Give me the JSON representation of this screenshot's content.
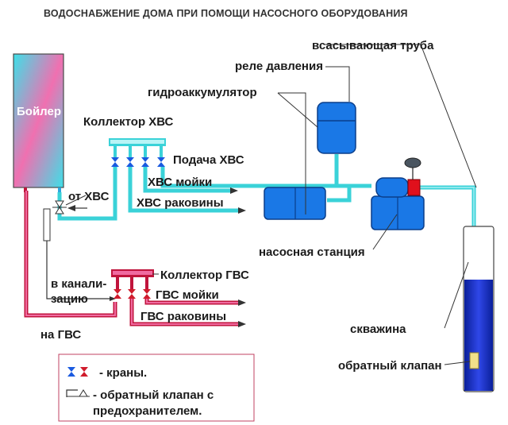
{
  "title": "ВОДОСНАБЖЕНИЕ ДОМА ПРИ ПОМОЩИ НАСОСНОГО ОБОРУДОВАНИЯ",
  "labels": {
    "boiler": "Бойлер",
    "suction_pipe": "всасывающая труба",
    "pressure_relay": "реле давления",
    "accumulator": "гидроаккумулятор",
    "cold_collector": "Коллектор ХВС",
    "cold_supply": "Подача ХВС",
    "cold_from": "от ХВС",
    "cold_sink": "ХВС мойки",
    "cold_basin": "ХВС раковины",
    "pump_station": "насосная станция",
    "sewer_line1": "в канали-",
    "sewer_line2": "зацию",
    "hot_collector": "Коллектор ГВС",
    "hot_sink": "ГВС мойки",
    "hot_basin": "ГВС раковины",
    "to_hot": "на ГВС",
    "well": "скважина",
    "check_valve": "обратный клапан"
  },
  "legend": {
    "valves": "- краны.",
    "check_valve_line1": "- обратный клапан с",
    "check_valve_line2": "предохранителем."
  },
  "colors": {
    "cold": "#3ad2d8",
    "hot": "#c0143c",
    "equipment": "#1a78e6",
    "frame": "#c04060",
    "title": "#333333"
  }
}
